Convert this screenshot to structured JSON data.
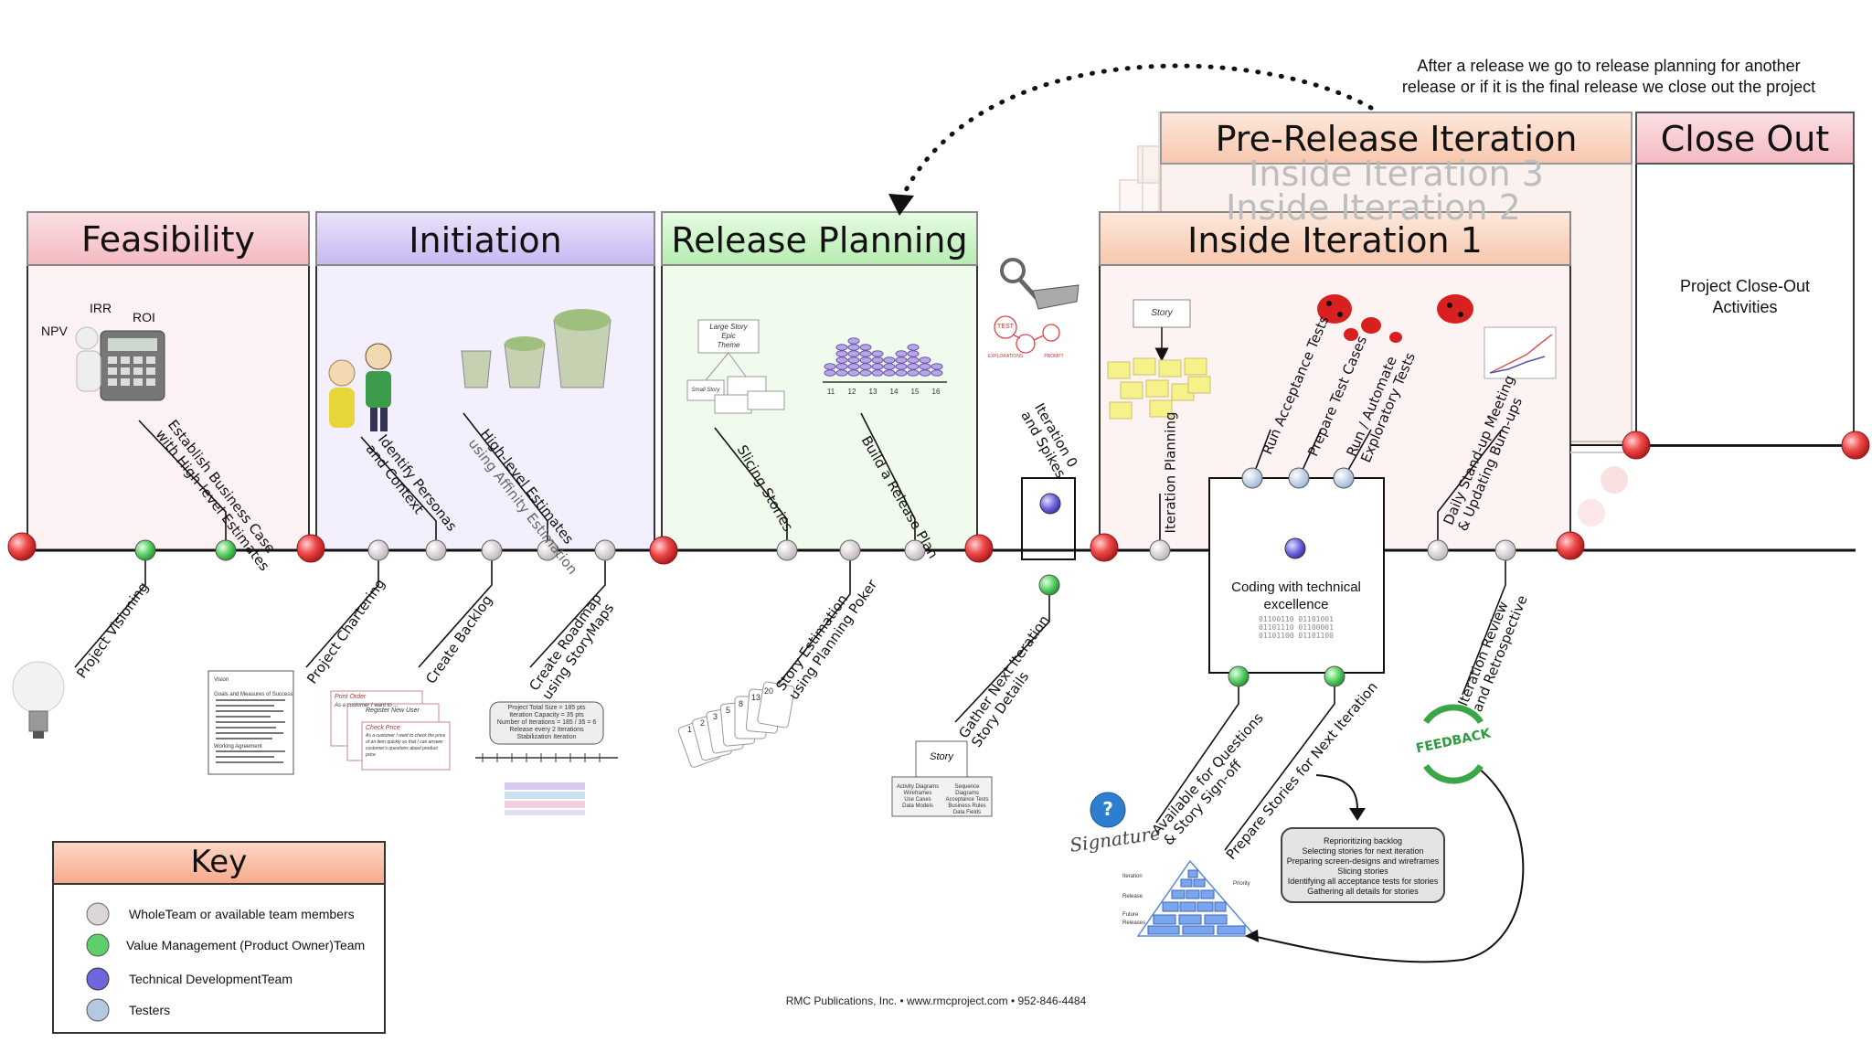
{
  "top_note": "After a release we go to release planning for another release or if it is the final release we close out the project",
  "phases": {
    "feasibility": "Feasibility",
    "initiation": "Initiation",
    "release_planning": "Release Planning",
    "inside_iteration_1": "Inside Iteration 1",
    "inside_iteration_2": "Inside Iteration 2",
    "inside_iteration_3": "Inside Iteration 3",
    "pre_release": "Pre-Release Iteration",
    "close_out": "Close Out"
  },
  "close_out_activity": "Project Close-Out Activities",
  "feasibility_labels": {
    "npv": "NPV",
    "irr": "IRR",
    "roi": "ROI"
  },
  "activities_above": {
    "business_case": [
      "Establish Business Case",
      "with High-level Estimates"
    ],
    "personas": [
      "Identify Personas",
      "and Context"
    ],
    "estimates": [
      "High-level Estimates",
      "using Affinity Estimation"
    ],
    "slicing": [
      "Slicing Stories"
    ],
    "release_plan": [
      "Build a Release Plan"
    ],
    "iteration0": [
      "Iteration 0",
      "and Spikes"
    ],
    "iteration_planning": [
      "Iteration Planning"
    ],
    "acceptance_tests": [
      "Run Acceptance Tests"
    ],
    "prepare_tests": [
      "Prepare Test Cases"
    ],
    "exploratory": [
      "Run / Automate",
      "Exploratory Tests"
    ],
    "standup": [
      "Daily Stand-up Meeting",
      "& Updating Burn-ups"
    ]
  },
  "activities_below": {
    "visioning": [
      "Project Visioning"
    ],
    "chartering": [
      "Project Chartering"
    ],
    "backlog": [
      "Create Backlog"
    ],
    "roadmap": [
      "Create Roadmap",
      "using StoryMaps"
    ],
    "story_estimation": [
      "Story Estimation",
      "using Planning Poker"
    ],
    "gather_details": [
      "Gather Next Iteration",
      "Story Details"
    ],
    "available_questions": [
      "Available for Questions",
      "& Story Sign-off"
    ],
    "prepare_stories": [
      "Prepare Stories for Next Iteration"
    ],
    "review": [
      "Iteration Review",
      "and Retrospective"
    ]
  },
  "coding": {
    "title": "Coding with technical excellence",
    "binary": [
      "01100110 01101001",
      "01101110 01100001",
      "01101100 01101100"
    ]
  },
  "roadmap_card": [
    "Project Total Size = 185 pts",
    "Iteration Capacity = 35 pts",
    "Number of Iterations = 185 / 35 = 6",
    "Release every 2 Iterations",
    "Stabilization Iteration"
  ],
  "grooming_box": [
    "Reprioritizing backlog",
    "Selecting stories for next iteration",
    "Preparing screen-designs and wireframes",
    "Slicing stories",
    "Identifying all acceptance tests for stories",
    "Gathering all details for stories"
  ],
  "story_card": {
    "title": "Story",
    "left": [
      "Activity Diagrams",
      "Wireframes",
      "Use Cases",
      "Data Models"
    ],
    "right": [
      "Sequence Diagrams",
      "Acceptance Tests",
      "Business Rules",
      "Data Fields"
    ]
  },
  "story_map": {
    "large": "Large Story",
    "epic": "Epic",
    "theme": "Theme",
    "small": "Small Story"
  },
  "iteration_story_label": "Story",
  "release_axis_ticks": [
    "11",
    "12",
    "13",
    "14",
    "15",
    "16"
  ],
  "poker_numbers": [
    "1",
    "2",
    "3",
    "5",
    "8",
    "13",
    "20"
  ],
  "feedback": "FEEDBACK",
  "signature": "Signature",
  "question_mark": "?",
  "spike_labels": [
    "TEST",
    "EXPLORATIONS",
    "PROMPT"
  ],
  "charter_labels": [
    "Vision",
    "Goals and Measures of Success",
    "Working Agreement"
  ],
  "backlog_cards": [
    "Print Order",
    "As a customer I want to ...",
    "Register New User",
    "Check Price",
    "As a customer I want to check the price of an item quickly so that I can answer customer's questions about product price"
  ],
  "pyramid_labels": [
    "Iteration",
    "Release",
    "Future Releases",
    "Priority"
  ],
  "key": {
    "title": "Key",
    "items": [
      {
        "label": "WholeTeam or available team members",
        "color": "#dcd6da"
      },
      {
        "label": "Value Management (Product Owner)Team",
        "color": "#5ccf6a"
      },
      {
        "label": "Technical DevelopmentTeam",
        "color": "#6e66dc"
      },
      {
        "label": "Testers",
        "color": "#b4c8e2"
      }
    ]
  },
  "footer": "RMC Publications, Inc.  •  www.rmcproject.com • 952-846-4484"
}
